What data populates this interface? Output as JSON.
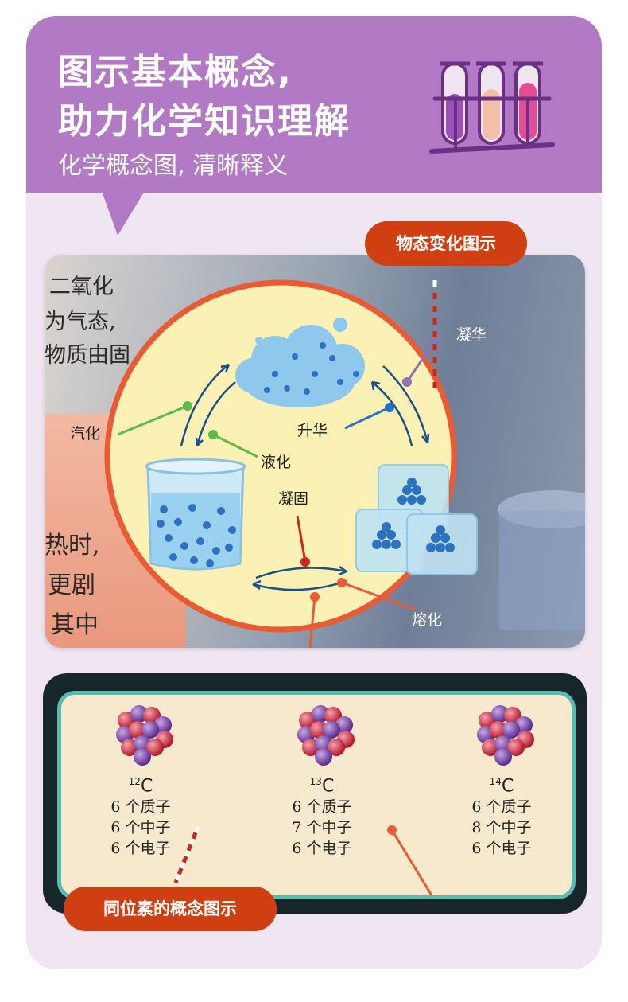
{
  "header": {
    "title_line1": "图示基本概念,",
    "title_line2": "助力化学知识理解",
    "subtitle": "化学概念图, 清晰释义"
  },
  "colors": {
    "banner": "#b279c4",
    "tag": "#cf3f12",
    "card": "#efe6f1",
    "teal_border": "#57bcb0",
    "dark_frame": "#17262a"
  },
  "phase_diagram": {
    "tag": "物态变化图示",
    "background_text": [
      "二氧化",
      "为气态,",
      "物质由固"
    ],
    "background_text_lower": [
      "热时,",
      "更剧",
      "其中"
    ],
    "labels": {
      "deposition": "凝华",
      "vaporization": "汽化",
      "sublimation": "升华",
      "liquefaction": "液化",
      "solidification": "凝固",
      "melting": "熔化"
    }
  },
  "isotope_diagram": {
    "tag": "同位素的概念图示",
    "isotopes": [
      {
        "mass": "12",
        "symbol": "C",
        "protons": "6 个质子",
        "neutrons": "6 个中子",
        "electrons": "6 个电子"
      },
      {
        "mass": "13",
        "symbol": "C",
        "protons": "6 个质子",
        "neutrons": "7 个中子",
        "electrons": "6 个电子"
      },
      {
        "mass": "14",
        "symbol": "C",
        "protons": "6 个质子",
        "neutrons": "8 个中子",
        "electrons": "6 个电子"
      }
    ]
  }
}
